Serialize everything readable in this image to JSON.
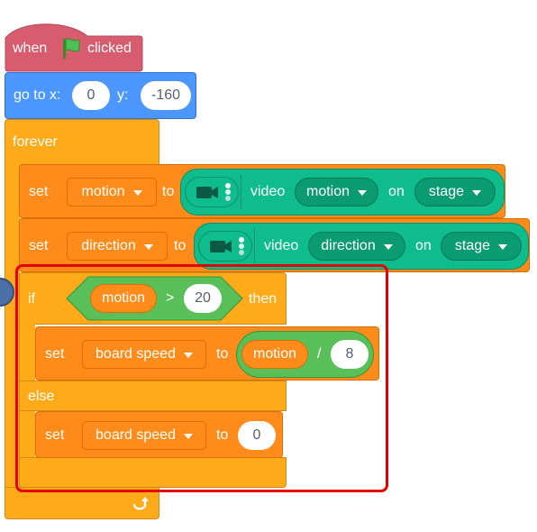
{
  "script": {
    "hat": {
      "prefix": "when",
      "suffix": "clicked",
      "icon": "green-flag-icon"
    },
    "goto": {
      "label": "go to x:",
      "x_value": "0",
      "y_label": "y:",
      "y_value": "-160"
    },
    "forever": {
      "label": "forever",
      "loop_icon": "loop-arrow-icon"
    },
    "set_motion": {
      "set": "set",
      "variable": "motion",
      "to": "to",
      "ext_label": "video",
      "attribute": "motion",
      "on": "on",
      "target": "stage"
    },
    "set_direction": {
      "set": "set",
      "variable": "direction",
      "to": "to",
      "ext_label": "video",
      "attribute": "direction",
      "on": "on",
      "target": "stage"
    },
    "if_block": {
      "if": "if",
      "then": "then",
      "else": "else",
      "condition": {
        "left": "motion",
        "op": ">",
        "right": "20"
      },
      "set1": {
        "set": "set",
        "variable": "board speed",
        "to": "to",
        "left": "motion",
        "op": "/",
        "right": "8"
      },
      "set2": {
        "set": "set",
        "variable": "board speed",
        "to": "to",
        "value": "0"
      }
    }
  },
  "colors": {
    "events": "#d65c6e",
    "motion": "#4c97ff",
    "control": "#ffab19",
    "variables": "#ff8c1a",
    "operators": "#59c059",
    "extension": "#0fbd8c",
    "highlight": "#e60000"
  }
}
